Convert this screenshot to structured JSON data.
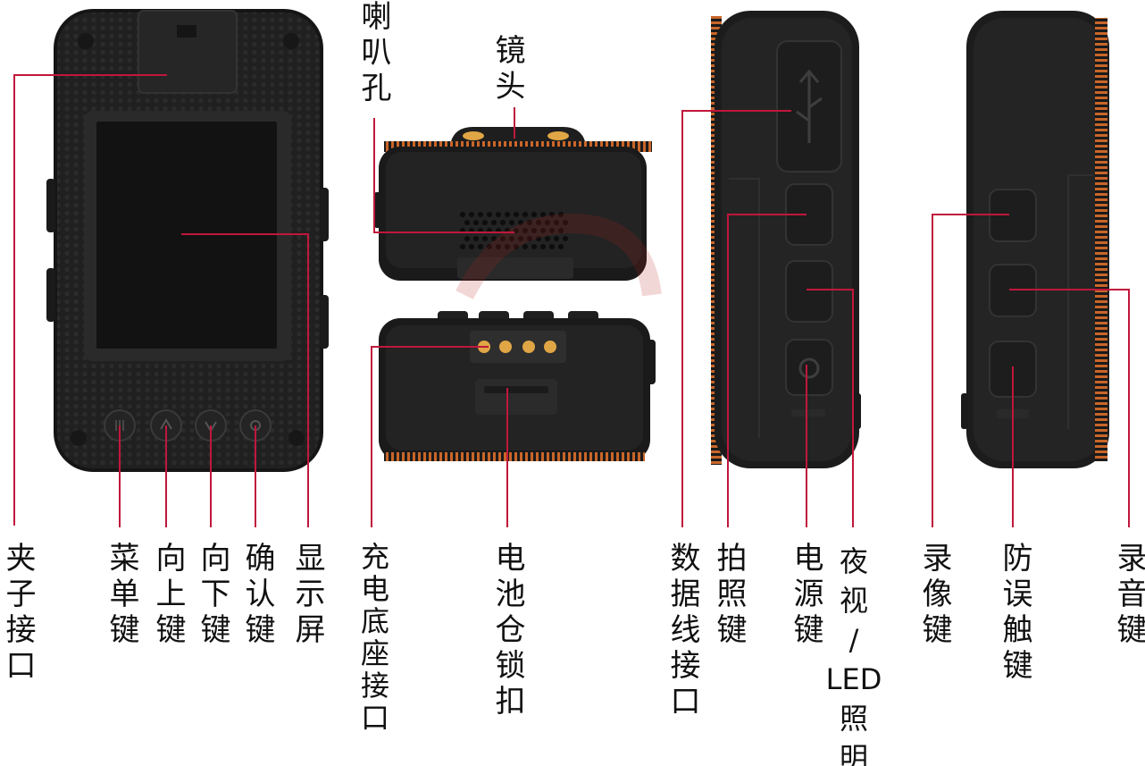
{
  "labels": {
    "clip_port": "夹子接口",
    "menu_key": "菜单键",
    "up_key": "向上键",
    "down_key": "向下键",
    "confirm_key": "确认键",
    "display": "显示屏",
    "speaker": "喇叭孔",
    "lens": "镜头",
    "charging_dock_port": "充电底座接口",
    "battery_latch": "电池仓锁扣",
    "data_port": "数据线接口",
    "photo_key": "拍照键",
    "power_key": "电源键",
    "night_led": "夜视/LED照明",
    "record_video_key": "录像键",
    "anti_touch_key": "防误触键",
    "record_audio_key": "录音键"
  },
  "colors": {
    "leader_line": "#c0173c",
    "device_body": "#1c1c1c",
    "device_edge": "#2c2c2c",
    "accent_orange": "#c8662a",
    "contacts_gold": "#e0a645",
    "screen": "#121212",
    "watermark": "#b5201f"
  },
  "icons": {
    "clip": "clip-icon",
    "usb": "usb-icon",
    "camera": "camera-icon",
    "power": "power-icon",
    "record": "record-icon",
    "mic": "microphone-icon",
    "lock": "lock-icon"
  }
}
